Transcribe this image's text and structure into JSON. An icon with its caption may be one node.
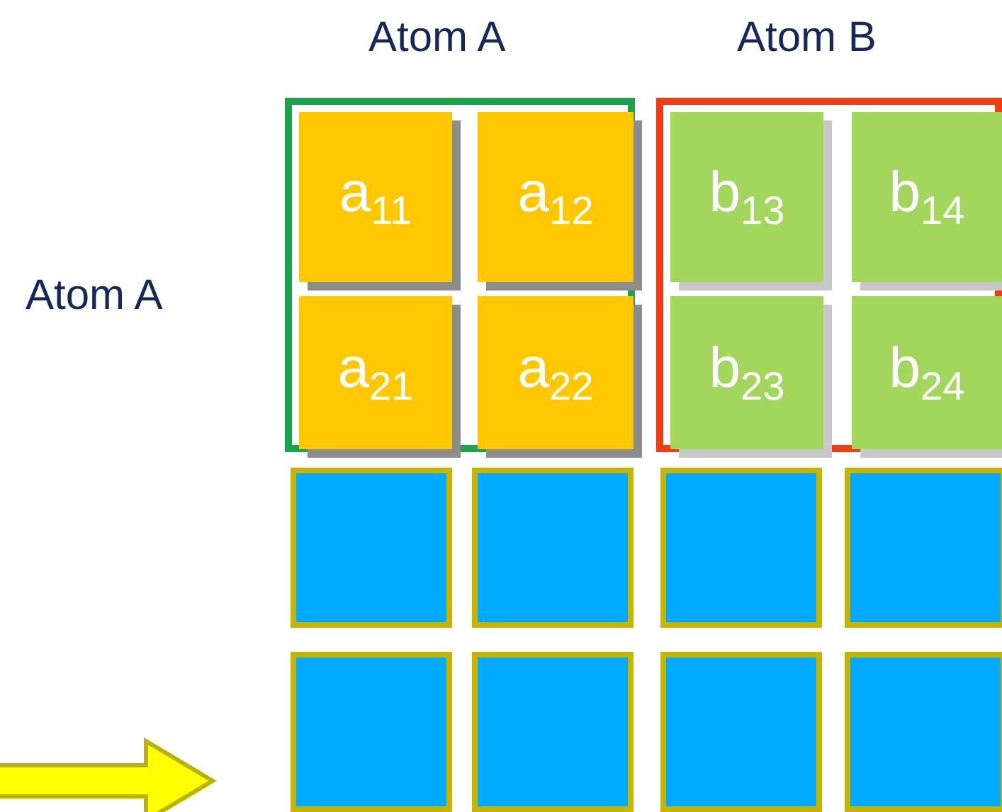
{
  "diagram": {
    "nodes": [
      {
        "text": [],
        "shape": "box"
      },
      {
        "text": [
          "a$_{11}$"
        ],
        "in": 0
      },
      {
        "text": [
          "a$_{12}$"
        ],
        "in": 0
      },
      {
        "text": [
          "a$_{21}$"
        ],
        "in": 0
      },
      {
        "text": [
          "a$_{22}$"
        ],
        "in": 0
      },
      {
        "text": [],
        "shape": "box"
      },
      {
        "text": [
          "b$_{13}$"
        ],
        "in": 5
      },
      {
        "text": [
          "b$_{14}$"
        ],
        "in": 5
      },
      {
        "text": [
          "b$_{23}$"
        ],
        "in": 5
      },
      {
        "text": [
          "b$_{24}$"
        ],
        "in": 5
      },
      {
        "text": [],
        "shape": "box"
      },
      {
        "text": [],
        "shape": "box"
      },
      {
        "text": [],
        "shape": "box"
      },
      {
        "text": [],
        "shape": "box"
      },
      {
        "text": [],
        "shape": "box"
      },
      {
        "text": [],
        "shape": "box"
      },
      {
        "text": [],
        "shape": "box"
      },
      {
        "text": [],
        "shape": "box"
      }
    ],
    "edges": [],
    "labels": [
      "Atom A",
      "Atom B",
      "Atom A"
    ]
  }
}
